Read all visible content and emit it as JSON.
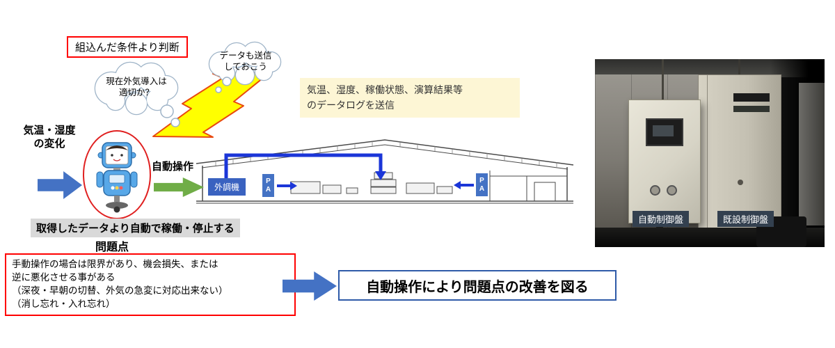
{
  "colors": {
    "accent_blue": "#4472C4",
    "accent_green": "#70AD47",
    "alert_red": "#FF0000",
    "duct_blue": "#1B36D8",
    "cream_background": "#FDF6D5",
    "highlight_gray": "#D9D9D9",
    "improve_border_blue": "#2E5AA8"
  },
  "thoughts": {
    "condition_box": "組込んだ条件より判断",
    "cloud_outside_air": [
      "現在外気導入は",
      "適切か？"
    ],
    "cloud_send_data": [
      "データも送信",
      "しておこう"
    ]
  },
  "left_flow": {
    "temp_humidity": [
      "気温・湿度",
      "の変化"
    ],
    "auto_operation": "自動操作",
    "auto_run_stop": "取得したデータより自動で稼働・停止する"
  },
  "datalog_box": {
    "lines": [
      "気温、湿度、稼働状態、演算結果等",
      "のデータログを送信"
    ]
  },
  "factory": {
    "outdoor_unit": "外調機",
    "pa_left": "PA",
    "pa_right": "PA"
  },
  "problems": {
    "title": "問題点",
    "lines": [
      "手動操作の場合は限界があり、機会損失、または",
      "逆に悪化させる事がある",
      "（深夜・早朝の切替、外気の急変に対応出来ない）",
      "（消し忘れ・入れ忘れ）"
    ]
  },
  "improvement": {
    "label": "自動操作により問題点の改善を図る"
  },
  "photo": {
    "auto_panel_label": "自動制御盤",
    "existing_panel_label": "既設制御盤"
  }
}
